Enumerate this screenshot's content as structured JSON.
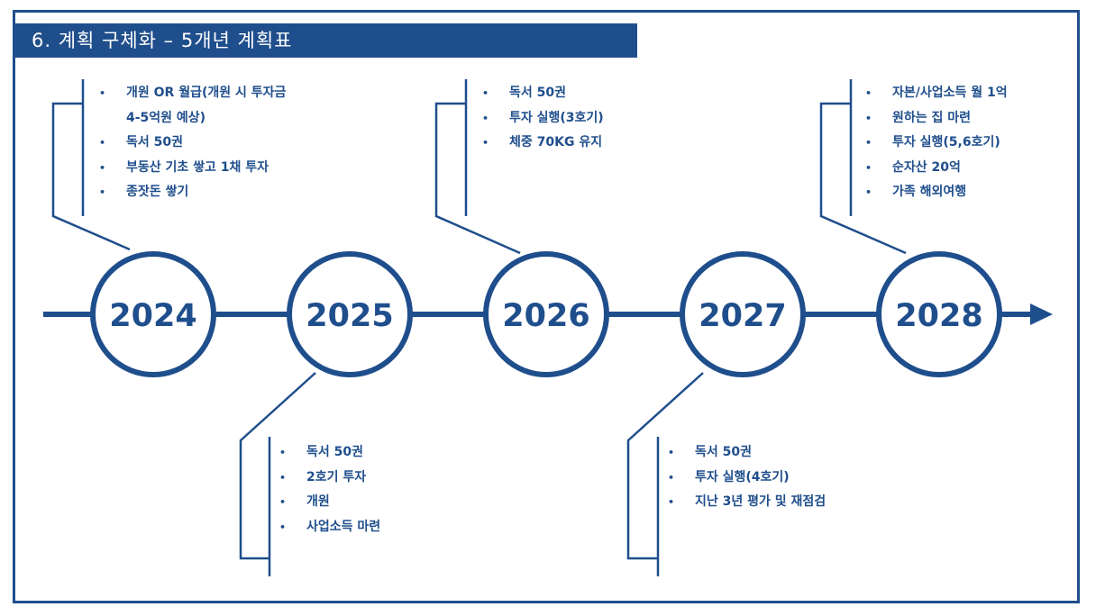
{
  "title": "6. 계획 구체화 – 5개년 계획표",
  "colors": {
    "primary": "#1f4e8c",
    "background": "#ffffff"
  },
  "milestones": [
    {
      "year": "2024",
      "items": [
        "개원 OR 월급(개원 시 투자금",
        "4-5억원 예상)",
        "독서 50권",
        "부동산 기초 쌓고 1채 투자",
        "종잣돈 쌓기"
      ]
    },
    {
      "year": "2025",
      "items": [
        "독서 50권",
        "2호기 투자",
        "개원",
        "사업소득 마련"
      ]
    },
    {
      "year": "2026",
      "items": [
        "독서 50권",
        "투자 실행(3호기)",
        "체중 70KG 유지"
      ]
    },
    {
      "year": "2027",
      "items": [
        "독서 50권",
        "투자 실행(4호기)",
        "지난 3년 평가 및 재점검"
      ]
    },
    {
      "year": "2028",
      "items": [
        "자본/사업소득 월 1억",
        "원하는 집 마련",
        "투자 실행(5,6호기)",
        "순자산 20억",
        "가족 해외여행"
      ]
    }
  ]
}
